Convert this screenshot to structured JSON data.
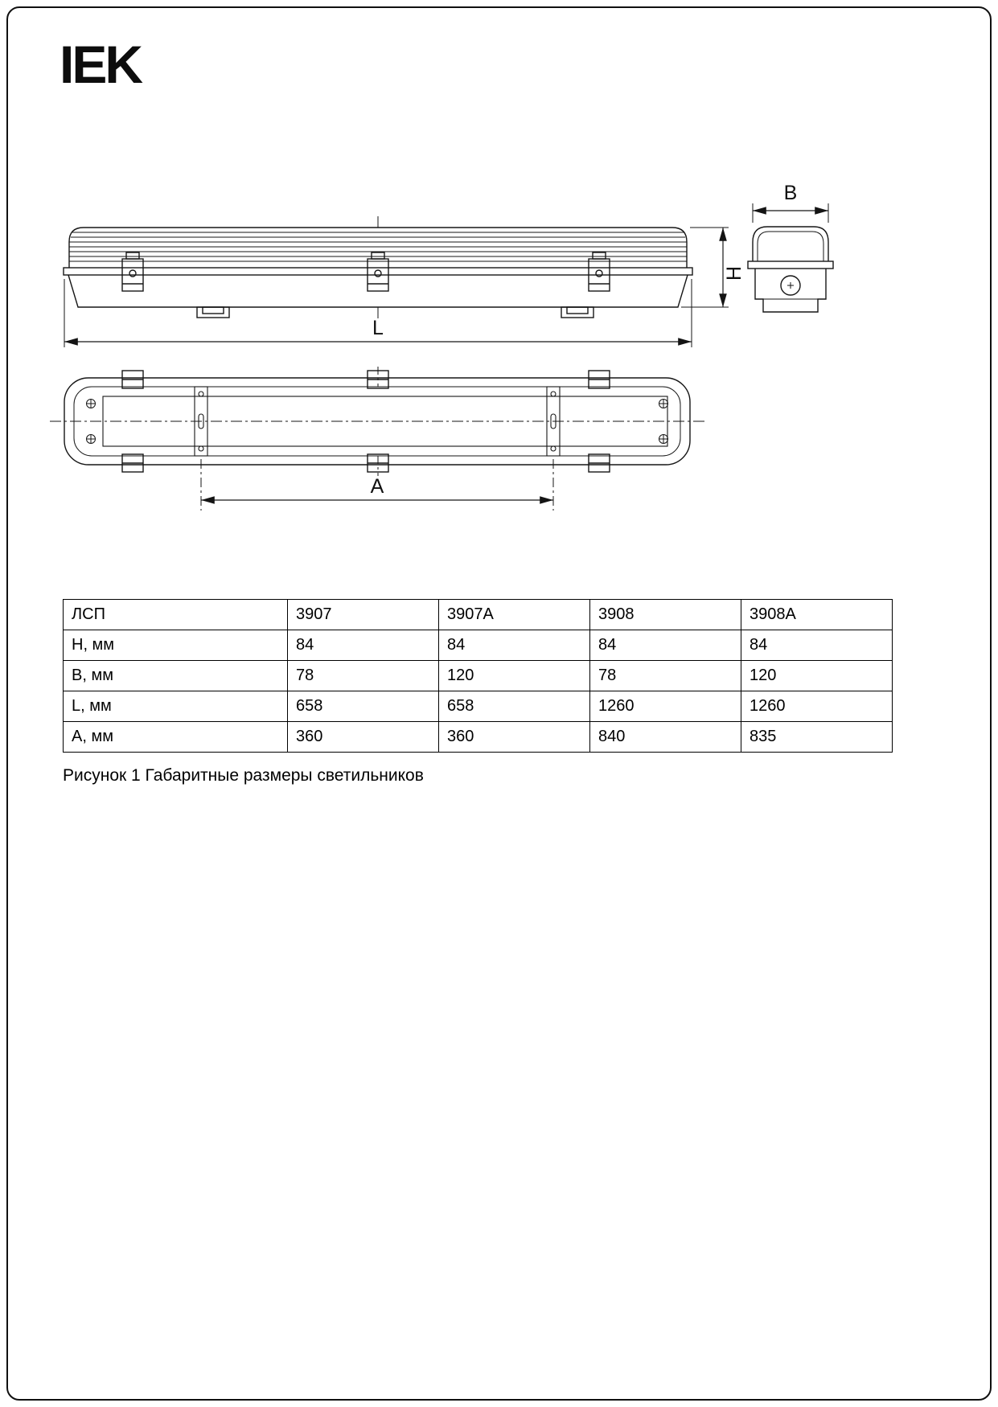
{
  "logo": {
    "text": "IEK"
  },
  "drawing": {
    "labels": {
      "B": "B",
      "H": "H",
      "L": "L",
      "A": "A"
    }
  },
  "table": {
    "rows": [
      [
        "ЛСП",
        "3907",
        "3907А",
        "3908",
        "3908А"
      ],
      [
        "H, мм",
        "84",
        "84",
        "84",
        "84"
      ],
      [
        "B, мм",
        "78",
        "120",
        "78",
        "120"
      ],
      [
        "L, мм",
        "658",
        "658",
        "1260",
        "1260"
      ],
      [
        "А, мм",
        "360",
        "360",
        "840",
        "835"
      ]
    ]
  },
  "caption": "Рисунок 1  Габаритные размеры светильников"
}
